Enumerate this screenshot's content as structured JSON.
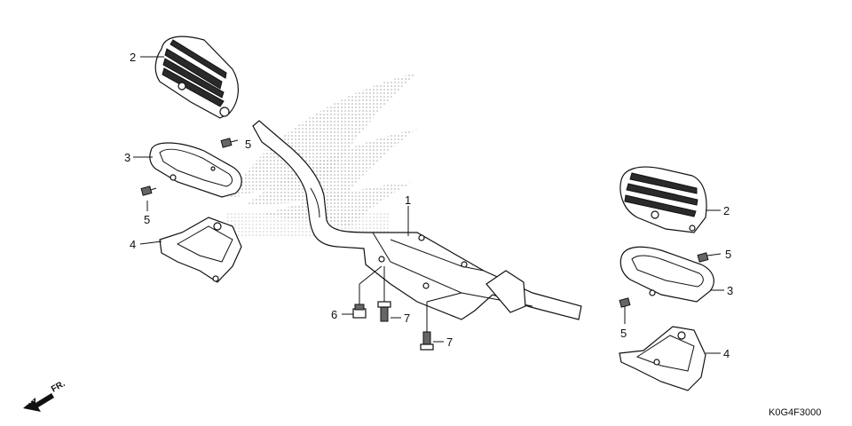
{
  "diagram": {
    "callouts": {
      "main_bar": "1",
      "step_rubber_left": "2",
      "step_holder_left": "3",
      "screw_upper_left": "5",
      "screw_lower_left": "5",
      "step_cover_left": "4",
      "step_rubber_right": "2",
      "screw_right_upper": "5",
      "step_holder_right": "3",
      "screw_right_lower": "5",
      "step_cover_right": "4",
      "nut": "6",
      "bolt_upper": "7",
      "bolt_lower": "7"
    },
    "direction_label": "FR.",
    "diagram_code": "K0G4F3000",
    "colors": {
      "line": "#111111",
      "dots": "#9a9a9a",
      "background": "#ffffff"
    }
  }
}
